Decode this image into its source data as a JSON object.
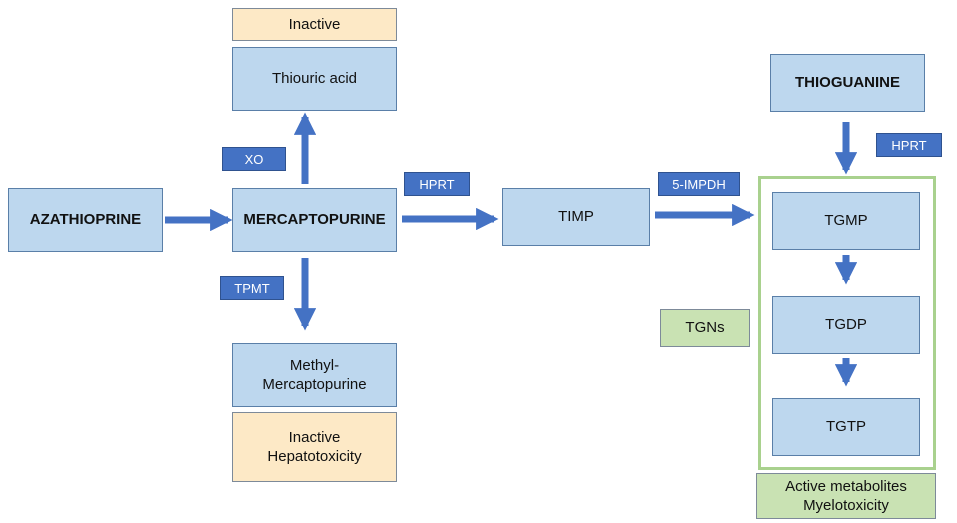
{
  "nodes": {
    "azathioprine": "AZATHIOPRINE",
    "mercaptopurine": "MERCAPTOPURINE",
    "thiouric_acid": "Thiouric acid",
    "inactive_top": "Inactive",
    "methyl_mercaptopurine": "Methyl-\nMercaptopurine",
    "inactive_hepatotoxicity": "Inactive\nHepatotoxicity",
    "timp": "TIMP",
    "thioguanine": "THIOGUANINE",
    "tgmp": "TGMP",
    "tgdp": "TGDP",
    "tgtp": "TGTP",
    "tgns": "TGNs",
    "active_metabolites": "Active metabolites\nMyelotoxicity"
  },
  "enzymes": {
    "xo": "XO",
    "tpmt": "TPMT",
    "hprt_center": "HPRT",
    "impdh": "5-IMPDH",
    "hprt_right": "HPRT"
  },
  "colors": {
    "arrow": "#4472c4",
    "node_blue": "#bdd7ee",
    "node_yellow": "#fde9c6",
    "node_green": "#c9e2b3",
    "group_border": "#a9d18e"
  }
}
